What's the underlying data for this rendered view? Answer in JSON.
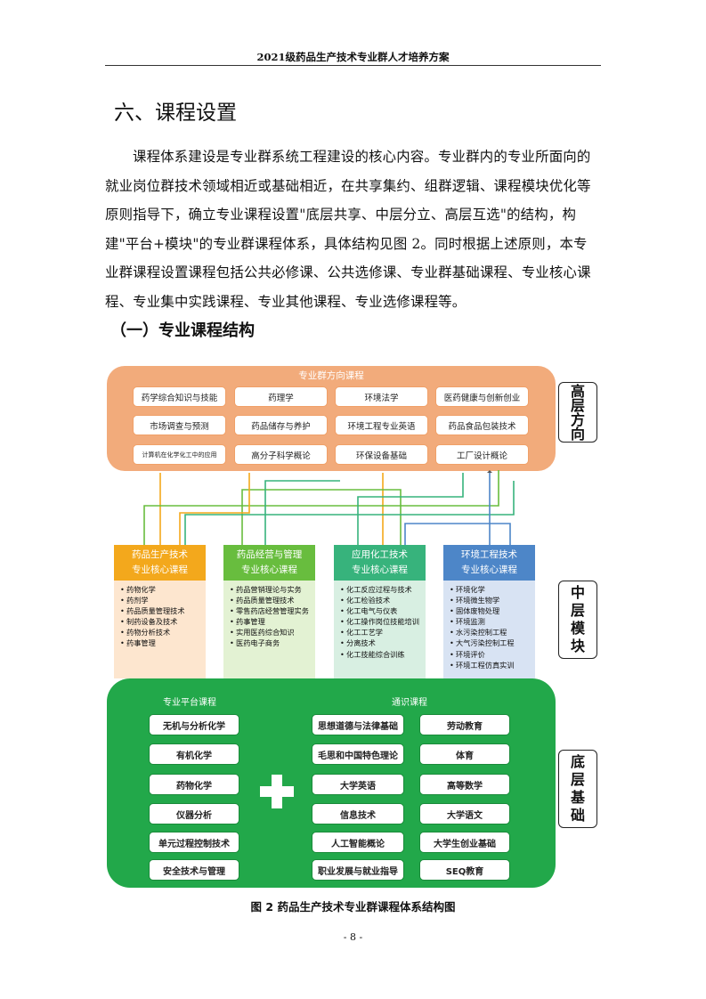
{
  "header": "2021级药品生产技术专业群人才培养方案",
  "section_title": "六、课程设置",
  "paragraph": "课程体系建设是专业群系统工程建设的核心内容。专业群内的专业所面向的就业岗位群技术领域相近或基础相近，在共享集约、组群逻辑、课程模块优化等原则指导下，确立专业课程设置\"底层共享、中层分立、高层互选\"的结构，构建\"平台+模块\"的专业群课程体系，具体结构见图 2。同时根据上述原则，本专业群课程设置课程包括公共必修课、公共选修课、专业群基础课程、专业核心课程、专业集中实践课程、专业其他课程、专业选修课程等。",
  "subsection_title": "（一）专业课程结构",
  "diagram": {
    "top": {
      "title": "专业群方向课程",
      "side_label": [
        "高",
        "层",
        "方",
        "向"
      ],
      "boxes": [
        "药学综合知识与技能",
        "药理学",
        "环境法学",
        "医药健康与创新创业",
        "市场调查与预测",
        "药品储存与养护",
        "环境工程专业英语",
        "药品食品包装技术",
        "计算机在化学化工中的应用",
        "高分子科学概论",
        "环保设备基础",
        "工厂设计概论"
      ]
    },
    "middle": {
      "side_label": [
        "中",
        "层",
        "模",
        "块"
      ],
      "modules": [
        {
          "title": [
            "药品生产技术",
            "专业核心课程"
          ],
          "head_color": "#f3a81c",
          "body_color": "#fde6cf",
          "items": [
            "药物化学",
            "药剂学",
            "药品质量管理技术",
            "制药设备及技术",
            "药物分析技术",
            "药事管理"
          ]
        },
        {
          "title": [
            "药品经营与管理",
            "专业核心课程"
          ],
          "head_color": "#68bd3e",
          "body_color": "#e3f2d3",
          "items": [
            "药品营销理论与实务",
            "药品质量管理技术",
            "零售药店经营管理实务",
            "药事管理",
            "实用医药综合知识",
            "医药电子商务"
          ]
        },
        {
          "title": [
            "应用化工技术",
            "专业核心课程"
          ],
          "head_color": "#37b37c",
          "body_color": "#d8efe2",
          "items": [
            "化工反应过程与技术",
            "化工检验技术",
            "化工电气与仪表",
            "化工操作岗位技能培训",
            "化工工艺学",
            "分离技术",
            "化工技能综合训练"
          ]
        },
        {
          "title": [
            "环境工程技术",
            "专业核心课程"
          ],
          "head_color": "#4d86c8",
          "body_color": "#d8e3f3",
          "items": [
            "环境化学",
            "环境微生物学",
            "固体废物处理",
            "环境监测",
            "水污染控制工程",
            "大气污染控制工程",
            "环境评价",
            "环境工程仿真实训"
          ]
        }
      ]
    },
    "bottom": {
      "side_label": [
        "底",
        "层",
        "基",
        "础"
      ],
      "platform_title": "专业平台课程",
      "platform": [
        "无机与分析化学",
        "有机化学",
        "药物化学",
        "仪器分析",
        "单元过程控制技术",
        "安全技术与管理"
      ],
      "general_title": "通识课程",
      "general_left": [
        "思想道德与法律基础",
        "毛思和中国特色理论",
        "大学英语",
        "信息技术",
        "人工智能概论",
        "职业发展与就业指导"
      ],
      "general_right": [
        "劳动教育",
        "体育",
        "高等数学",
        "大学语文",
        "大学生创业基础",
        "SEQ教育"
      ]
    }
  },
  "caption": "图 2  药品生产技术专业群课程体系结构图",
  "page_number": "- 8 -"
}
